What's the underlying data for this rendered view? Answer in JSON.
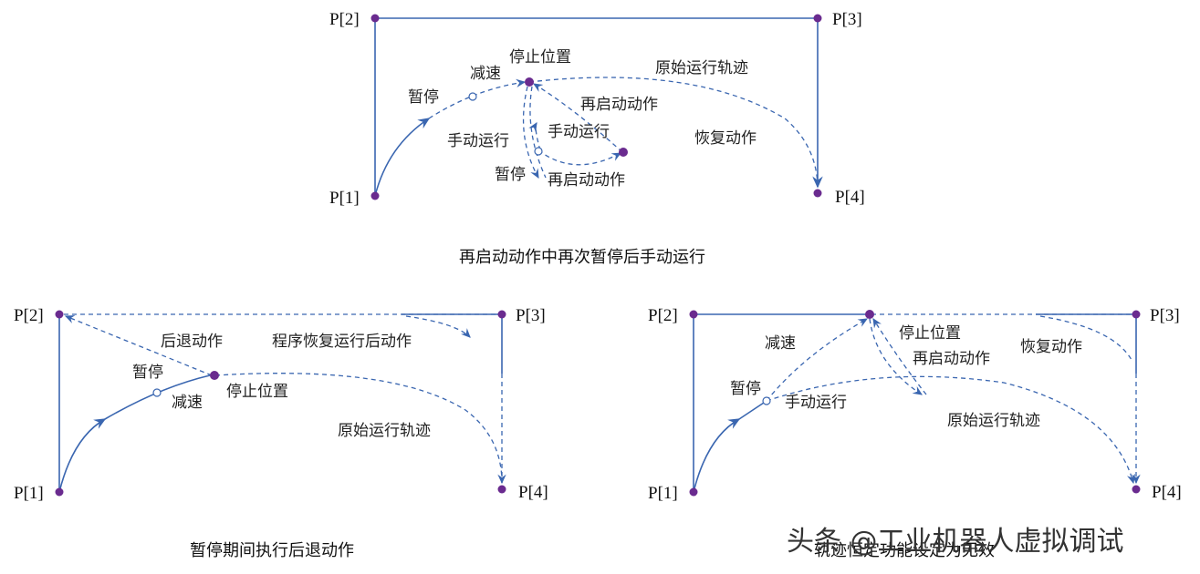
{
  "diagram_top": {
    "points": [
      "P[1]",
      "P[2]",
      "P[3]",
      "P[4]"
    ],
    "labels": {
      "stop_position": "停止位置",
      "decelerate": "减速",
      "pause1": "暂停",
      "original_path": "原始运行轨迹",
      "restart1": "再启动动作",
      "manual1": "手动运行",
      "manual2": "手动运行",
      "resume": "恢复动作",
      "pause2": "暂停",
      "restart2": "再启动动作"
    },
    "caption": "再启动动作中再次暂停后手动运行"
  },
  "diagram_left": {
    "points": [
      "P[1]",
      "P[2]",
      "P[3]",
      "P[4]"
    ],
    "labels": {
      "retreat": "后退动作",
      "program_resume": "程序恢复运行后动作",
      "pause": "暂停",
      "decelerate": "减速",
      "stop_position": "停止位置",
      "original_path": "原始运行轨迹"
    },
    "caption": "暂停期间执行后退动作"
  },
  "diagram_right": {
    "points": [
      "P[1]",
      "P[2]",
      "P[3]",
      "P[4]"
    ],
    "labels": {
      "decelerate": "减速",
      "stop_position": "停止位置",
      "restart": "再启动动作",
      "resume": "恢复动作",
      "pause": "暂停",
      "manual": "手动运行",
      "original_path": "原始运行轨迹"
    },
    "caption": "轨迹恒定功能设定为无效"
  },
  "watermark": "头条 @工业机器人虚拟调试"
}
